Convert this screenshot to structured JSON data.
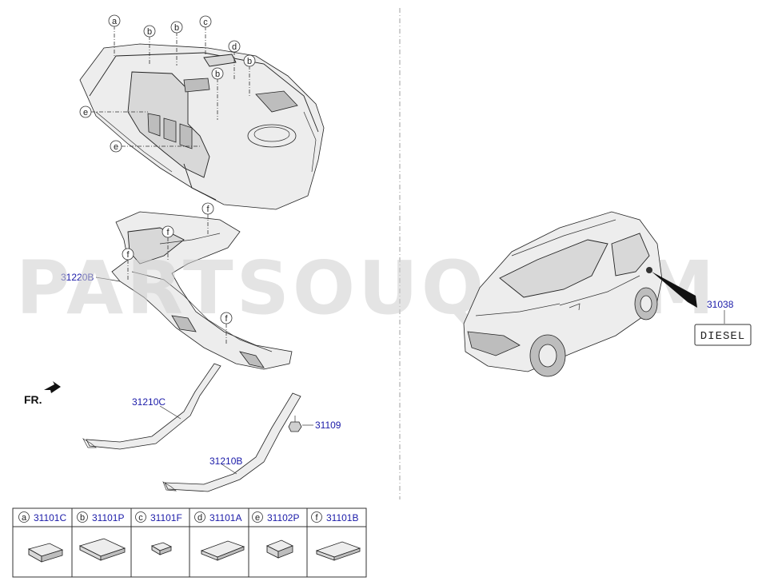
{
  "watermark": "PARTSOUQ.COM",
  "front_indicator": "FR.",
  "callouts": {
    "a": "a",
    "b": "b",
    "c": "c",
    "d": "d",
    "e": "e",
    "f": "f"
  },
  "parts": {
    "heat_protector": "31220B",
    "band_c": "31210C",
    "band_b": "31210B",
    "nut": "31109",
    "label": "31038"
  },
  "diesel_label": "DIESEL",
  "legend": [
    {
      "letter": "a",
      "code": "31101C"
    },
    {
      "letter": "b",
      "code": "31101P"
    },
    {
      "letter": "c",
      "code": "31101F"
    },
    {
      "letter": "d",
      "code": "31101A"
    },
    {
      "letter": "e",
      "code": "31102P"
    },
    {
      "letter": "f",
      "code": "31101B"
    }
  ],
  "colors": {
    "part_link": "#1a1aa8",
    "line": "#222222"
  }
}
